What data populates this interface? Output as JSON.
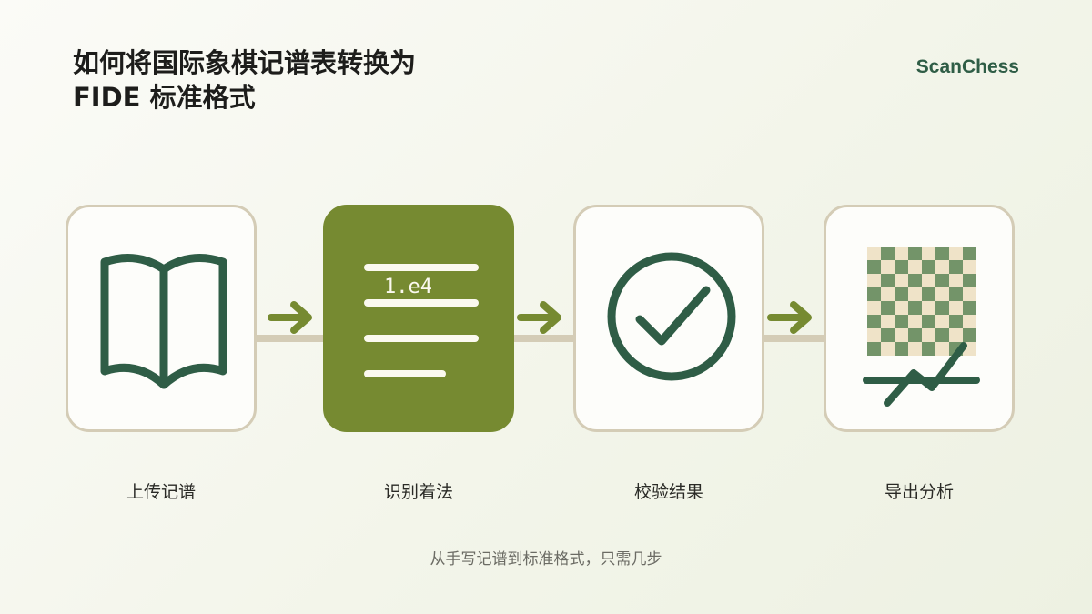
{
  "header": {
    "title": "如何将国际象棋记谱表转换为 FIDE 标准格式",
    "brand": "ScanChess"
  },
  "steps": [
    {
      "label": "上传记谱",
      "icon": "open-book-icon"
    },
    {
      "label": "识别着法",
      "icon": "score-sheet-icon",
      "notation": "1.e4"
    },
    {
      "label": "校验结果",
      "icon": "check-circle-icon"
    },
    {
      "label": "导出分析",
      "icon": "chessboard-analysis-icon"
    }
  ],
  "footer": {
    "tagline": "从手写记谱到标准格式，只需几步"
  },
  "colors": {
    "primary_green": "#2f5d46",
    "olive": "#768a31",
    "beige_border": "#d4ccb6",
    "board_light": "#efe3c8",
    "board_dark": "#739469"
  }
}
